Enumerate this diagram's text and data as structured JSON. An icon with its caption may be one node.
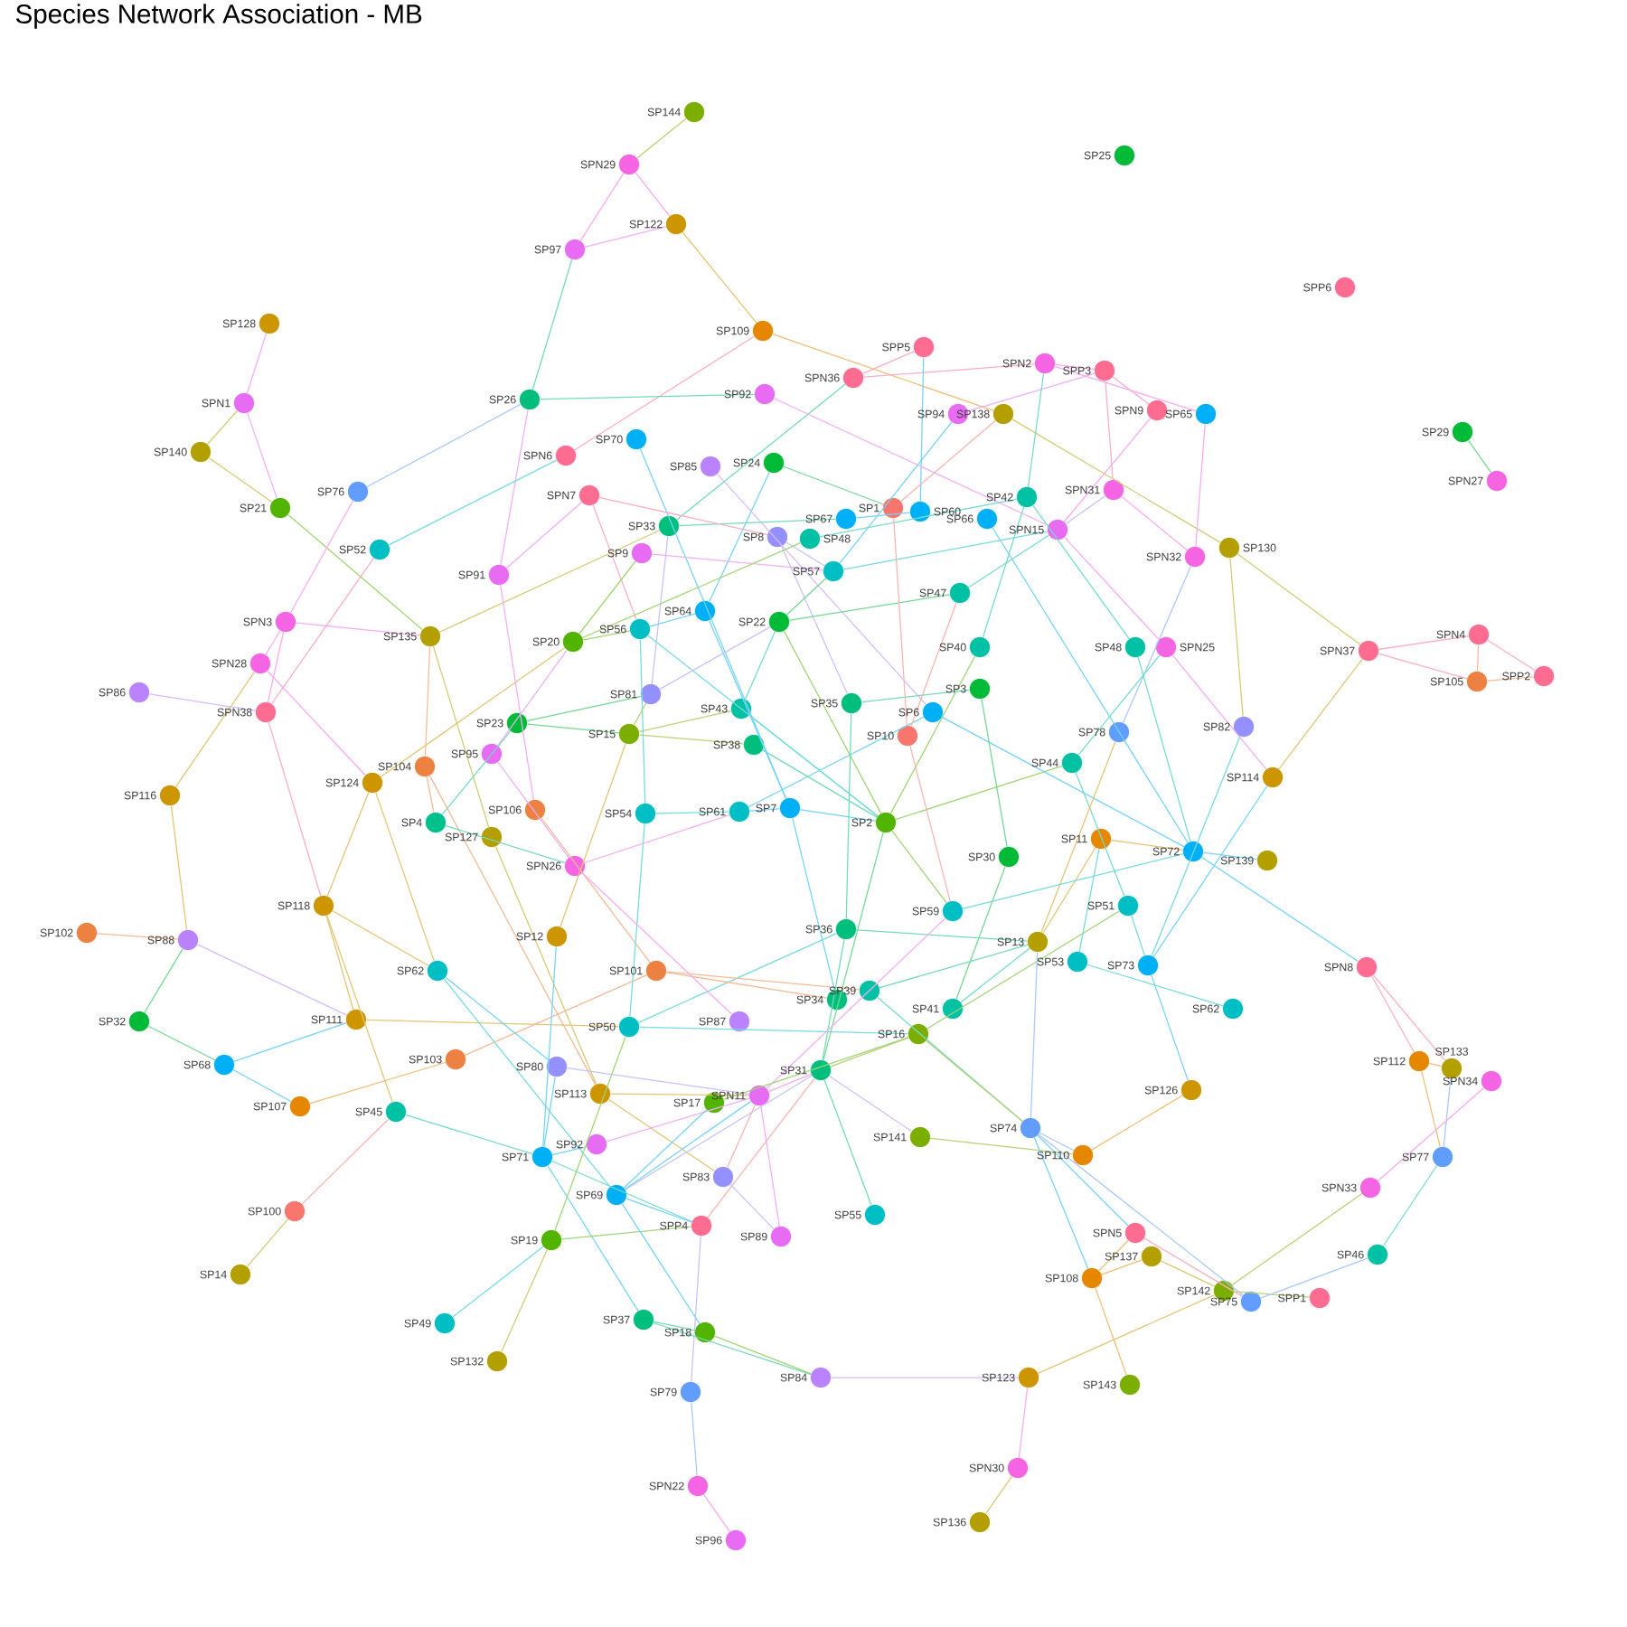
{
  "diagram": {
    "title": "Species Network Association - MB",
    "nodes": [
      {
        "text": [
          "SP144"
        ]
      },
      {
        "text": [
          "SPN29"
        ]
      },
      {
        "text": [
          "SP122"
        ]
      },
      {
        "text": [
          "SP97"
        ]
      },
      {
        "text": [
          "SP25"
        ]
      },
      {
        "text": [
          "SP128"
        ]
      },
      {
        "text": [
          "SP109"
        ]
      },
      {
        "text": [
          "SPP6"
        ]
      },
      {
        "text": [
          "SPN1"
        ]
      },
      {
        "text": [
          "SP26"
        ]
      },
      {
        "text": [
          "SP92"
        ]
      },
      {
        "text": [
          "SPN36"
        ]
      },
      {
        "text": [
          "SPP5"
        ]
      },
      {
        "text": [
          "SPN2"
        ]
      },
      {
        "text": [
          "SPP3"
        ]
      },
      {
        "text": [
          "SP94"
        ]
      },
      {
        "text": [
          "SP138"
        ]
      },
      {
        "text": [
          "SPN9"
        ]
      },
      {
        "text": [
          "SP65"
        ]
      },
      {
        "text": [
          "SP29"
        ]
      },
      {
        "text": [
          "SPN27"
        ]
      },
      {
        "text": [
          "SP140"
        ]
      },
      {
        "text": [
          "SPN6"
        ]
      },
      {
        "text": [
          "SP70"
        ]
      },
      {
        "text": [
          "SP85"
        ]
      },
      {
        "text": [
          "SP24"
        ]
      },
      {
        "text": [
          "SP76"
        ]
      },
      {
        "text": [
          "SPN7"
        ]
      },
      {
        "text": [
          "SP21"
        ]
      },
      {
        "text": [
          "SP1"
        ]
      },
      {
        "text": [
          "SP60"
        ]
      },
      {
        "text": [
          "SP67"
        ]
      },
      {
        "text": [
          "SP66"
        ]
      },
      {
        "text": [
          "SP42"
        ]
      },
      {
        "text": [
          "SPN31"
        ]
      },
      {
        "text": [
          "SP33"
        ]
      },
      {
        "text": [
          "SP8"
        ]
      },
      {
        "text": [
          "SP48"
        ]
      },
      {
        "text": [
          "SPN15"
        ]
      },
      {
        "text": [
          "SP52"
        ]
      },
      {
        "text": [
          "SP130"
        ]
      },
      {
        "text": [
          "SPN32"
        ]
      },
      {
        "text": [
          "SP91"
        ]
      },
      {
        "text": [
          "SP9"
        ]
      },
      {
        "text": [
          "SP57"
        ]
      },
      {
        "text": [
          "SP47"
        ]
      },
      {
        "text": [
          "SPN3"
        ]
      },
      {
        "text": [
          "SP135"
        ]
      },
      {
        "text": [
          "SP56"
        ]
      },
      {
        "text": [
          "SP64"
        ]
      },
      {
        "text": [
          "SP22"
        ]
      },
      {
        "text": [
          "SP20"
        ]
      },
      {
        "text": [
          "SP40"
        ]
      },
      {
        "text": [
          "SP48"
        ]
      },
      {
        "text": [
          "SPN25"
        ]
      },
      {
        "text": [
          "SPN37"
        ]
      },
      {
        "text": [
          "SPN4"
        ]
      },
      {
        "text": [
          "SP105"
        ]
      },
      {
        "text": [
          "SPP2"
        ]
      },
      {
        "text": [
          "SP3"
        ]
      },
      {
        "text": [
          "SP86"
        ]
      },
      {
        "text": [
          "SPN28"
        ]
      },
      {
        "text": [
          "SPN38"
        ]
      },
      {
        "text": [
          "SP81"
        ]
      },
      {
        "text": [
          "SP43"
        ]
      },
      {
        "text": [
          "SP35"
        ]
      },
      {
        "text": [
          "SP6"
        ]
      },
      {
        "text": [
          "SP23"
        ]
      },
      {
        "text": [
          "SP15"
        ]
      },
      {
        "text": [
          "SP38"
        ]
      },
      {
        "text": [
          "SP10"
        ]
      },
      {
        "text": [
          "SP78"
        ]
      },
      {
        "text": [
          "SP82"
        ]
      },
      {
        "text": [
          "SP95"
        ]
      },
      {
        "text": [
          "SP104"
        ]
      },
      {
        "text": [
          "SP44"
        ]
      },
      {
        "text": [
          "SP114"
        ]
      },
      {
        "text": [
          "SP124"
        ]
      },
      {
        "text": [
          "SP116"
        ]
      },
      {
        "text": [
          "SP106"
        ]
      },
      {
        "text": [
          "SP54"
        ]
      },
      {
        "text": [
          "SP61"
        ]
      },
      {
        "text": [
          "SP7"
        ]
      },
      {
        "text": [
          "SP2"
        ]
      },
      {
        "text": [
          "SP4"
        ]
      },
      {
        "text": [
          "SP127"
        ]
      },
      {
        "text": [
          "SP11"
        ]
      },
      {
        "text": [
          "SP72"
        ]
      },
      {
        "text": [
          "SP139"
        ]
      },
      {
        "text": [
          "SP30"
        ]
      },
      {
        "text": [
          "SPN26"
        ]
      },
      {
        "text": [
          "SP118"
        ]
      },
      {
        "text": [
          "SP51"
        ]
      },
      {
        "text": [
          "SP59"
        ]
      },
      {
        "text": [
          "SP102"
        ]
      },
      {
        "text": [
          "SP88"
        ]
      },
      {
        "text": [
          "SP12"
        ]
      },
      {
        "text": [
          "SP36"
        ]
      },
      {
        "text": [
          "SP13"
        ]
      },
      {
        "text": [
          "SP53"
        ]
      },
      {
        "text": [
          "SP73"
        ]
      },
      {
        "text": [
          "SPN8"
        ]
      },
      {
        "text": [
          "SP62"
        ]
      },
      {
        "text": [
          "SP101"
        ]
      },
      {
        "text": [
          "SP39"
        ]
      },
      {
        "text": [
          "SP34"
        ]
      },
      {
        "text": [
          "SP41"
        ]
      },
      {
        "text": [
          "SP62"
        ]
      },
      {
        "text": [
          "SP111"
        ]
      },
      {
        "text": [
          "SP50"
        ]
      },
      {
        "text": [
          "SP87"
        ]
      },
      {
        "text": [
          "SP16"
        ]
      },
      {
        "text": [
          "SP32"
        ]
      },
      {
        "text": [
          "SP103"
        ]
      },
      {
        "text": [
          "SP68"
        ]
      },
      {
        "text": [
          "SP112"
        ]
      },
      {
        "text": [
          "SP133"
        ]
      },
      {
        "text": [
          "SPN34"
        ]
      },
      {
        "text": [
          "SP80"
        ]
      },
      {
        "text": [
          "SP31"
        ]
      },
      {
        "text": [
          "SP113"
        ]
      },
      {
        "text": [
          "SP17"
        ]
      },
      {
        "text": [
          "SPN11"
        ]
      },
      {
        "text": [
          "SP107"
        ]
      },
      {
        "text": [
          "SP45"
        ]
      },
      {
        "text": [
          "SP126"
        ]
      },
      {
        "text": [
          "SP74"
        ]
      },
      {
        "text": [
          "SP141"
        ]
      },
      {
        "text": [
          "SP110"
        ]
      },
      {
        "text": [
          "SP92"
        ]
      },
      {
        "text": [
          "SP71"
        ]
      },
      {
        "text": [
          "SP77"
        ]
      },
      {
        "text": [
          "SP83"
        ]
      },
      {
        "text": [
          "SP69"
        ]
      },
      {
        "text": [
          "SPN33"
        ]
      },
      {
        "text": [
          "SP55"
        ]
      },
      {
        "text": [
          "SP100"
        ]
      },
      {
        "text": [
          "SPP4"
        ]
      },
      {
        "text": [
          "SP89"
        ]
      },
      {
        "text": [
          "SP19"
        ]
      },
      {
        "text": [
          "SPN5"
        ]
      },
      {
        "text": [
          "SP137"
        ]
      },
      {
        "text": [
          "SP46"
        ]
      },
      {
        "text": [
          "SP14"
        ]
      },
      {
        "text": [
          "SP108"
        ]
      },
      {
        "text": [
          "SP142"
        ]
      },
      {
        "text": [
          "SP75"
        ]
      },
      {
        "text": [
          "SPP1"
        ]
      },
      {
        "text": [
          "SP49"
        ]
      },
      {
        "text": [
          "SP37"
        ]
      },
      {
        "text": [
          "SP18"
        ]
      },
      {
        "text": [
          "SP132"
        ]
      },
      {
        "text": [
          "SP84"
        ]
      },
      {
        "text": [
          "SP123"
        ]
      },
      {
        "text": [
          "SP143"
        ]
      },
      {
        "text": [
          "SP79"
        ]
      },
      {
        "text": [
          "SPN30"
        ]
      },
      {
        "text": [
          "SPN22"
        ]
      },
      {
        "text": [
          "SP136"
        ]
      },
      {
        "text": [
          "SP96"
        ]
      }
    ],
    "edges": [
      {
        "from": 0,
        "to": 1,
        "arrow": "none",
        "color": "#b7d273"
      },
      {
        "from": 1,
        "to": 3,
        "arrow": "none",
        "color": "#f9aaf0"
      },
      {
        "from": 1,
        "to": 2,
        "arrow": "none",
        "color": "#f9aaf0"
      },
      {
        "from": 3,
        "to": 2,
        "arrow": "none",
        "color": "#f2aef8"
      },
      {
        "from": 2,
        "to": 6,
        "arrow": "none",
        "color": "#e3c573"
      },
      {
        "from": 3,
        "to": 9,
        "arrow": "none",
        "color": "#73dcb7"
      },
      {
        "from": 6,
        "to": 16,
        "arrow": "none",
        "color": "#f1bd73"
      },
      {
        "from": 6,
        "to": 22,
        "arrow": "none",
        "color": "#ffaec2"
      },
      {
        "from": 5,
        "to": 8,
        "arrow": "none",
        "color": "#f2aef8"
      },
      {
        "from": 8,
        "to": 21,
        "arrow": "none",
        "color": "#d5cb73"
      },
      {
        "from": 8,
        "to": 28,
        "arrow": "none",
        "color": "#f2aef8"
      },
      {
        "from": 21,
        "to": 28,
        "arrow": "none",
        "color": "#d5cb73"
      },
      {
        "from": 28,
        "to": 47,
        "arrow": "none",
        "color": "#a0d673"
      },
      {
        "from": 9,
        "to": 26,
        "arrow": "none",
        "color": "#a8c8ff"
      },
      {
        "from": 9,
        "to": 10,
        "arrow": "none",
        "color": "#73dcb7"
      },
      {
        "from": 9,
        "to": 42,
        "arrow": "none",
        "color": "#f2aef8"
      },
      {
        "from": 26,
        "to": 46,
        "arrow": "none",
        "color": "#f9aaf0"
      },
      {
        "from": 39,
        "to": 22,
        "arrow": "none",
        "color": "#73dcdf"
      },
      {
        "from": 39,
        "to": 62,
        "arrow": "none",
        "color": "#ffaec2"
      },
      {
        "from": 27,
        "to": 42,
        "arrow": "none",
        "color": "#f2aef8"
      },
      {
        "from": 47,
        "to": 46,
        "arrow": "none",
        "color": "#f9aaf0"
      },
      {
        "from": 47,
        "to": 35,
        "arrow": "none",
        "color": "#d5cb73"
      },
      {
        "from": 47,
        "to": 74,
        "arrow": "none",
        "color": "#f5ba96"
      },
      {
        "from": 47,
        "to": 85,
        "arrow": "none",
        "color": "#d5cb73"
      },
      {
        "from": 46,
        "to": 61,
        "arrow": "none",
        "color": "#f9aaf0"
      },
      {
        "from": 46,
        "to": 62,
        "arrow": "none",
        "color": "#f9aaf0"
      },
      {
        "from": 61,
        "to": 78,
        "arrow": "none",
        "color": "#e3c573"
      },
      {
        "from": 61,
        "to": 77,
        "arrow": "none",
        "color": "#f9aaf0"
      },
      {
        "from": 60,
        "to": 62,
        "arrow": "none",
        "color": "#d8bbff"
      },
      {
        "from": 62,
        "to": 91,
        "arrow": "none",
        "color": "#ffaec2"
      },
      {
        "from": 51,
        "to": 77,
        "arrow": "none",
        "color": "#e3c573"
      },
      {
        "from": 51,
        "to": 73,
        "arrow": "none",
        "color": "#f2aef8"
      },
      {
        "from": 67,
        "to": 84,
        "arrow": "none",
        "color": "#73dcbf"
      },
      {
        "from": 42,
        "to": 79,
        "arrow": "none",
        "color": "#f2aef8"
      },
      {
        "from": 73,
        "to": 90,
        "arrow": "none",
        "color": "#f2aef8"
      },
      {
        "from": 74,
        "to": 84,
        "arrow": "none",
        "color": "#f5ba96"
      },
      {
        "from": 74,
        "to": 120,
        "arrow": "none",
        "color": "#f5ba96"
      },
      {
        "from": 79,
        "to": 103,
        "arrow": "none",
        "color": "#f5ba96"
      },
      {
        "from": 77,
        "to": 91,
        "arrow": "none",
        "color": "#e3c573"
      },
      {
        "from": 77,
        "to": 102,
        "arrow": "none",
        "color": "#e3c573"
      },
      {
        "from": 67,
        "to": 68,
        "arrow": "none",
        "color": "#73d992"
      },
      {
        "from": 67,
        "to": 63,
        "arrow": "none",
        "color": "#73d992"
      },
      {
        "from": 68,
        "to": 69,
        "arrow": "none",
        "color": "#b7d273"
      },
      {
        "from": 68,
        "to": 64,
        "arrow": "none",
        "color": "#b7d273"
      },
      {
        "from": 84,
        "to": 90,
        "arrow": "none",
        "color": "#73dcbf"
      },
      {
        "from": 85,
        "to": 120,
        "arrow": "none",
        "color": "#d5cb73"
      },
      {
        "from": 91,
        "to": 108,
        "arrow": "none",
        "color": "#e3c573"
      },
      {
        "from": 91,
        "to": 102,
        "arrow": "none",
        "color": "#e3c573"
      },
      {
        "from": 94,
        "to": 95,
        "arrow": "none",
        "color": "#f5ba96"
      },
      {
        "from": 95,
        "to": 78,
        "arrow": "none",
        "color": "#e3c573"
      },
      {
        "from": 95,
        "to": 108,
        "arrow": "none",
        "color": "#d8bbff"
      },
      {
        "from": 95,
        "to": 112,
        "arrow": "none",
        "color": "#73d992"
      },
      {
        "from": 112,
        "to": 114,
        "arrow": "none",
        "color": "#73d992"
      },
      {
        "from": 114,
        "to": 108,
        "arrow": "none",
        "color": "#73d3fa"
      },
      {
        "from": 114,
        "to": 123,
        "arrow": "none",
        "color": "#73d3fa"
      },
      {
        "from": 123,
        "to": 113,
        "arrow": "none",
        "color": "#f1bd73"
      },
      {
        "from": 91,
        "to": 124,
        "arrow": "none",
        "color": "#e3c573"
      },
      {
        "from": 108,
        "to": 109,
        "arrow": "none",
        "color": "#e3c573"
      },
      {
        "from": 113,
        "to": 103,
        "arrow": "none",
        "color": "#f5ba96"
      },
      {
        "from": 102,
        "to": 118,
        "arrow": "none",
        "color": "#73d3fa"
      },
      {
        "from": 102,
        "to": 133,
        "arrow": "none",
        "color": "#73dcdf"
      },
      {
        "from": 96,
        "to": 130,
        "arrow": "none",
        "color": "#73d3fa"
      },
      {
        "from": 96,
        "to": 68,
        "arrow": "none",
        "color": "#e3c573"
      },
      {
        "from": 124,
        "to": 136,
        "arrow": "none",
        "color": "#fbb4af"
      },
      {
        "from": 136,
        "to": 143,
        "arrow": "none",
        "color": "#d5cb73"
      },
      {
        "from": 124,
        "to": 130,
        "arrow": "none",
        "color": "#73ddcc"
      },
      {
        "from": 118,
        "to": 130,
        "arrow": "none",
        "color": "#73d3fa"
      },
      {
        "from": 130,
        "to": 129,
        "arrow": "none",
        "color": "#73d3fa"
      },
      {
        "from": 130,
        "to": 149,
        "arrow": "none",
        "color": "#73d3fa"
      },
      {
        "from": 130,
        "to": 137,
        "arrow": "none",
        "color": "#73ddcc"
      },
      {
        "from": 139,
        "to": 148,
        "arrow": "none",
        "color": "#73dcdf"
      },
      {
        "from": 139,
        "to": 151,
        "arrow": "none",
        "color": "#d5cb73"
      },
      {
        "from": 139,
        "to": 137,
        "arrow": "none",
        "color": "#a0d673"
      },
      {
        "from": 139,
        "to": 109,
        "arrow": "none",
        "color": "#a0d673"
      },
      {
        "from": 118,
        "to": 122,
        "arrow": "none",
        "color": "#c5c2ff"
      },
      {
        "from": 120,
        "to": 122,
        "arrow": "none",
        "color": "#e3c573"
      },
      {
        "from": 120,
        "to": 132,
        "arrow": "none",
        "color": "#e3c573"
      },
      {
        "from": 109,
        "to": 111,
        "arrow": "none",
        "color": "#73dcdf"
      },
      {
        "from": 109,
        "to": 97,
        "arrow": "none",
        "color": "#73dcdf"
      },
      {
        "from": 109,
        "to": 80,
        "arrow": "none",
        "color": "#73dcdf"
      },
      {
        "from": 80,
        "to": 81,
        "arrow": "none",
        "color": "#73dcdf"
      },
      {
        "from": 81,
        "to": 82,
        "arrow": "none",
        "color": "#73d3fa"
      },
      {
        "from": 82,
        "to": 83,
        "arrow": "none",
        "color": "#73d3fa"
      },
      {
        "from": 81,
        "to": 66,
        "arrow": "none",
        "color": "#73d3fa"
      },
      {
        "from": 82,
        "to": 105,
        "arrow": "none",
        "color": "#73d3fa"
      },
      {
        "from": 83,
        "to": 119,
        "arrow": "none",
        "color": "#73d992"
      },
      {
        "from": 83,
        "to": 93,
        "arrow": "none",
        "color": "#a0d673"
      },
      {
        "from": 83,
        "to": 75,
        "arrow": "none",
        "color": "#a0d673"
      },
      {
        "from": 83,
        "to": 52,
        "arrow": "none",
        "color": "#a0d673"
      },
      {
        "from": 50,
        "to": 83,
        "arrow": "none",
        "color": "#a0d673"
      },
      {
        "from": 64,
        "to": 83,
        "arrow": "none",
        "color": "#73ddcc"
      },
      {
        "from": 69,
        "to": 83,
        "arrow": "none",
        "color": "#73dcb7"
      },
      {
        "from": 64,
        "to": 50,
        "arrow": "none",
        "color": "#73ddcc"
      },
      {
        "from": 49,
        "to": 82,
        "arrow": "none",
        "color": "#73d3fa"
      },
      {
        "from": 23,
        "to": 82,
        "arrow": "none",
        "color": "#73d3fa"
      },
      {
        "from": 25,
        "to": 49,
        "arrow": "none",
        "color": "#73d3fa"
      },
      {
        "from": 24,
        "to": 66,
        "arrow": "none",
        "color": "#d8bbff"
      },
      {
        "from": 25,
        "to": 29,
        "arrow": "none",
        "color": "#73d992"
      },
      {
        "from": 11,
        "to": 35,
        "arrow": "none",
        "color": "#73dcb7"
      },
      {
        "from": 11,
        "to": 12,
        "arrow": "none",
        "color": "#ffaec2"
      },
      {
        "from": 11,
        "to": 13,
        "arrow": "none",
        "color": "#ffaec2"
      },
      {
        "from": 12,
        "to": 30,
        "arrow": "none",
        "color": "#73d3fa"
      },
      {
        "from": 10,
        "to": 38,
        "arrow": "none",
        "color": "#f2aef8"
      },
      {
        "from": 15,
        "to": 44,
        "arrow": "none",
        "color": "#73d3fa"
      },
      {
        "from": 15,
        "to": 14,
        "arrow": "none",
        "color": "#f2aef8"
      },
      {
        "from": 16,
        "to": 29,
        "arrow": "none",
        "color": "#fbb4af"
      },
      {
        "from": 16,
        "to": 40,
        "arrow": "none",
        "color": "#d5cb73"
      },
      {
        "from": 13,
        "to": 33,
        "arrow": "none",
        "color": "#73ddcc"
      },
      {
        "from": 13,
        "to": 14,
        "arrow": "none",
        "color": "#f9aaf0"
      },
      {
        "from": 14,
        "to": 17,
        "arrow": "none",
        "color": "#ffaec2"
      },
      {
        "from": 14,
        "to": 34,
        "arrow": "none",
        "color": "#ffaec2"
      },
      {
        "from": 17,
        "to": 38,
        "arrow": "none",
        "color": "#f9aaf0"
      },
      {
        "from": 18,
        "to": 41,
        "arrow": "none",
        "color": "#f9aaf0"
      },
      {
        "from": 13,
        "to": 18,
        "arrow": "none",
        "color": "#f9aaf0"
      },
      {
        "from": 34,
        "to": 41,
        "arrow": "none",
        "color": "#f9aaf0"
      },
      {
        "from": 34,
        "to": 38,
        "arrow": "none",
        "color": "#c5c2ff"
      },
      {
        "from": 40,
        "to": 55,
        "arrow": "none",
        "color": "#d5cb73"
      },
      {
        "from": 40,
        "to": 72,
        "arrow": "none",
        "color": "#d5cb73"
      },
      {
        "from": 41,
        "to": 71,
        "arrow": "none",
        "color": "#a8c8ff"
      },
      {
        "from": 55,
        "to": 56,
        "arrow": "none",
        "color": "#ffaec2"
      },
      {
        "from": 55,
        "to": 57,
        "arrow": "none",
        "color": "#ffaec2"
      },
      {
        "from": 56,
        "to": 57,
        "arrow": "none",
        "color": "#f5ba96"
      },
      {
        "from": 56,
        "to": 58,
        "arrow": "none",
        "color": "#ffaec2"
      },
      {
        "from": 57,
        "to": 58,
        "arrow": "none",
        "color": "#f5ba96"
      },
      {
        "from": 55,
        "to": 76,
        "arrow": "none",
        "color": "#e3c573"
      },
      {
        "from": 19,
        "to": 20,
        "arrow": "none",
        "color": "#73d992"
      },
      {
        "from": 54,
        "to": 76,
        "arrow": "none",
        "color": "#f9aaf0"
      },
      {
        "from": 72,
        "to": 100,
        "arrow": "none",
        "color": "#73dcdf"
      },
      {
        "from": 54,
        "to": 75,
        "arrow": "none",
        "color": "#73ddcc"
      },
      {
        "from": 53,
        "to": 87,
        "arrow": "none",
        "color": "#73ddcc"
      },
      {
        "from": 38,
        "to": 54,
        "arrow": "none",
        "color": "#f9aaf0"
      },
      {
        "from": 38,
        "to": 45,
        "arrow": "none",
        "color": "#73ddcc"
      },
      {
        "from": 44,
        "to": 38,
        "arrow": "none",
        "color": "#73dcdf"
      },
      {
        "from": 33,
        "to": 53,
        "arrow": "none",
        "color": "#73ddcc"
      },
      {
        "from": 33,
        "to": 52,
        "arrow": "none",
        "color": "#73ddcc"
      },
      {
        "from": 33,
        "to": 37,
        "arrow": "none",
        "color": "#73ddcc"
      },
      {
        "from": 31,
        "to": 30,
        "arrow": "none",
        "color": "#73d3fa"
      },
      {
        "from": 32,
        "to": 87,
        "arrow": "none",
        "color": "#73d3fa"
      },
      {
        "from": 35,
        "to": 31,
        "arrow": "none",
        "color": "#73dcb7"
      },
      {
        "from": 35,
        "to": 63,
        "arrow": "none",
        "color": "#c5c2ff"
      },
      {
        "from": 27,
        "to": 36,
        "arrow": "none",
        "color": "#ffaec2"
      },
      {
        "from": 27,
        "to": 48,
        "arrow": "none",
        "color": "#ffaec2"
      },
      {
        "from": 36,
        "to": 65,
        "arrow": "none",
        "color": "#c5c2ff"
      },
      {
        "from": 36,
        "to": 44,
        "arrow": "none",
        "color": "#c5c2ff"
      },
      {
        "from": 43,
        "to": 44,
        "arrow": "none",
        "color": "#f2aef8"
      },
      {
        "from": 43,
        "to": 51,
        "arrow": "none",
        "color": "#a0d673"
      },
      {
        "from": 51,
        "to": 48,
        "arrow": "none",
        "color": "#a0d673"
      },
      {
        "from": 51,
        "to": 37,
        "arrow": "none",
        "color": "#a0d673"
      },
      {
        "from": 48,
        "to": 49,
        "arrow": "none",
        "color": "#73d3fa"
      },
      {
        "from": 48,
        "to": 80,
        "arrow": "none",
        "color": "#73dcdf"
      },
      {
        "from": 48,
        "to": 83,
        "arrow": "none",
        "color": "#73dcdf"
      },
      {
        "from": 50,
        "to": 45,
        "arrow": "none",
        "color": "#73d992"
      },
      {
        "from": 50,
        "to": 44,
        "arrow": "none",
        "color": "#73d992"
      },
      {
        "from": 63,
        "to": 50,
        "arrow": "none",
        "color": "#c5c2ff"
      },
      {
        "from": 63,
        "to": 68,
        "arrow": "none",
        "color": "#b7d273"
      },
      {
        "from": 65,
        "to": 59,
        "arrow": "none",
        "color": "#73dcb7"
      },
      {
        "from": 65,
        "to": 97,
        "arrow": "none",
        "color": "#73dcb7"
      },
      {
        "from": 66,
        "to": 87,
        "arrow": "none",
        "color": "#73d3fa"
      },
      {
        "from": 70,
        "to": 29,
        "arrow": "none",
        "color": "#fbb4af"
      },
      {
        "from": 70,
        "to": 45,
        "arrow": "none",
        "color": "#fbb4af"
      },
      {
        "from": 70,
        "to": 93,
        "arrow": "none",
        "color": "#fbb4af"
      },
      {
        "from": 59,
        "to": 89,
        "arrow": "none",
        "color": "#73d992"
      },
      {
        "from": 75,
        "to": 92,
        "arrow": "none",
        "color": "#73ddcc"
      },
      {
        "from": 71,
        "to": 98,
        "arrow": "none",
        "color": "#e3c573"
      },
      {
        "from": 76,
        "to": 100,
        "arrow": "none",
        "color": "#73d3fa"
      },
      {
        "from": 86,
        "to": 87,
        "arrow": "none",
        "color": "#f1bd73"
      },
      {
        "from": 86,
        "to": 98,
        "arrow": "none",
        "color": "#e3c573"
      },
      {
        "from": 86,
        "to": 99,
        "arrow": "none",
        "color": "#73dcdf"
      },
      {
        "from": 87,
        "to": 88,
        "arrow": "none",
        "color": "#73d3fa"
      },
      {
        "from": 87,
        "to": 93,
        "arrow": "none",
        "color": "#73dcdf"
      },
      {
        "from": 87,
        "to": 101,
        "arrow": "none",
        "color": "#73d3fa"
      },
      {
        "from": 92,
        "to": 100,
        "arrow": "none",
        "color": "#73dcdf"
      },
      {
        "from": 92,
        "to": 111,
        "arrow": "none",
        "color": "#a0d673"
      },
      {
        "from": 100,
        "to": 125,
        "arrow": "none",
        "color": "#73d3fa"
      },
      {
        "from": 99,
        "to": 107,
        "arrow": "none",
        "color": "#73dcdf"
      },
      {
        "from": 97,
        "to": 98,
        "arrow": "none",
        "color": "#73dcb7"
      },
      {
        "from": 98,
        "to": 104,
        "arrow": "none",
        "color": "#73dcb7"
      },
      {
        "from": 98,
        "to": 106,
        "arrow": "none",
        "color": "#73ddcc"
      },
      {
        "from": 98,
        "to": 126,
        "arrow": "none",
        "color": "#a8c8ff"
      },
      {
        "from": 89,
        "to": 106,
        "arrow": "none",
        "color": "#73d992"
      },
      {
        "from": 111,
        "to": 119,
        "arrow": "none",
        "color": "#b7d273"
      },
      {
        "from": 104,
        "to": 126,
        "arrow": "none",
        "color": "#73ddcc"
      },
      {
        "from": 111,
        "to": 126,
        "arrow": "none",
        "color": "#b7d273"
      },
      {
        "from": 103,
        "to": 104,
        "arrow": "none",
        "color": "#f5ba96"
      },
      {
        "from": 103,
        "to": 105,
        "arrow": "none",
        "color": "#f5ba96"
      },
      {
        "from": 119,
        "to": 127,
        "arrow": "none",
        "color": "#d8bbff"
      },
      {
        "from": 90,
        "to": 110,
        "arrow": "none",
        "color": "#f9aaf0"
      },
      {
        "from": 90,
        "to": 81,
        "arrow": "none",
        "color": "#f9aaf0"
      },
      {
        "from": 119,
        "to": 97,
        "arrow": "none",
        "color": "#73dcb7"
      },
      {
        "from": 119,
        "to": 135,
        "arrow": "none",
        "color": "#73dcb7"
      },
      {
        "from": 119,
        "to": 122,
        "arrow": "none",
        "color": "#f9aaf0"
      },
      {
        "from": 119,
        "to": 133,
        "arrow": "none",
        "color": "#c5c2ff"
      },
      {
        "from": 119,
        "to": 137,
        "arrow": "none",
        "color": "#fbb4af"
      },
      {
        "from": 122,
        "to": 138,
        "arrow": "none",
        "color": "#f2aef8"
      },
      {
        "from": 122,
        "to": 129,
        "arrow": "none",
        "color": "#f2aef8"
      },
      {
        "from": 122,
        "to": 133,
        "arrow": "none",
        "color": "#73d3fa"
      },
      {
        "from": 93,
        "to": 122,
        "arrow": "none",
        "color": "#f2aef8"
      },
      {
        "from": 121,
        "to": 133,
        "arrow": "none",
        "color": "#73d3fa"
      },
      {
        "from": 121,
        "to": 111,
        "arrow": "none",
        "color": "#a0d673"
      },
      {
        "from": 132,
        "to": 138,
        "arrow": "none",
        "color": "#c5c2ff"
      },
      {
        "from": 122,
        "to": 132,
        "arrow": "none",
        "color": "#fbb4af"
      },
      {
        "from": 133,
        "to": 137,
        "arrow": "none",
        "color": "#73d3fa"
      },
      {
        "from": 133,
        "to": 150,
        "arrow": "none",
        "color": "#73d3fa"
      },
      {
        "from": 137,
        "to": 155,
        "arrow": "none",
        "color": "#c5c2ff"
      },
      {
        "from": 155,
        "to": 157,
        "arrow": "none",
        "color": "#a8c8ff"
      },
      {
        "from": 157,
        "to": 159,
        "arrow": "none",
        "color": "#f9aaf0"
      },
      {
        "from": 149,
        "to": 150,
        "arrow": "none",
        "color": "#73dcb7"
      },
      {
        "from": 149,
        "to": 152,
        "arrow": "none",
        "color": "#73dcb7"
      },
      {
        "from": 150,
        "to": 152,
        "arrow": "none",
        "color": "#a0d673"
      },
      {
        "from": 152,
        "to": 153,
        "arrow": "none",
        "color": "#d8bbff"
      },
      {
        "from": 153,
        "to": 156,
        "arrow": "none",
        "color": "#f9aaf0"
      },
      {
        "from": 156,
        "to": 158,
        "arrow": "none",
        "color": "#d5cb73"
      },
      {
        "from": 153,
        "to": 145,
        "arrow": "none",
        "color": "#e3c573"
      },
      {
        "from": 127,
        "to": 128,
        "arrow": "none",
        "color": "#b7d273"
      },
      {
        "from": 126,
        "to": 128,
        "arrow": "none",
        "color": "#a8c8ff"
      },
      {
        "from": 126,
        "to": 140,
        "arrow": "none",
        "color": "#73d3fa"
      },
      {
        "from": 126,
        "to": 146,
        "arrow": "none",
        "color": "#a8c8ff"
      },
      {
        "from": 126,
        "to": 144,
        "arrow": "none",
        "color": "#73d3fa"
      },
      {
        "from": 128,
        "to": 125,
        "arrow": "none",
        "color": "#f1bd73"
      },
      {
        "from": 144,
        "to": 141,
        "arrow": "none",
        "color": "#f1bd73"
      },
      {
        "from": 144,
        "to": 140,
        "arrow": "none",
        "color": "#f1bd73"
      },
      {
        "from": 144,
        "to": 154,
        "arrow": "none",
        "color": "#f1bd73"
      },
      {
        "from": 140,
        "to": 146,
        "arrow": "none",
        "color": "#ffaec2"
      },
      {
        "from": 141,
        "to": 145,
        "arrow": "none",
        "color": "#d5cb73"
      },
      {
        "from": 145,
        "to": 147,
        "arrow": "none",
        "color": "#b7d273"
      },
      {
        "from": 145,
        "to": 134,
        "arrow": "none",
        "color": "#b7d273"
      },
      {
        "from": 146,
        "to": 142,
        "arrow": "none",
        "color": "#a8c8ff"
      },
      {
        "from": 142,
        "to": 131,
        "arrow": "none",
        "color": "#73ddcc"
      },
      {
        "from": 131,
        "to": 116,
        "arrow": "none",
        "color": "#a8c8ff"
      },
      {
        "from": 131,
        "to": 115,
        "arrow": "none",
        "color": "#f1bd73"
      },
      {
        "from": 134,
        "to": 117,
        "arrow": "none",
        "color": "#f9aaf0"
      },
      {
        "from": 101,
        "to": 115,
        "arrow": "none",
        "color": "#ffaec2"
      },
      {
        "from": 101,
        "to": 116,
        "arrow": "none",
        "color": "#ffaec2"
      },
      {
        "from": 115,
        "to": 116,
        "arrow": "none",
        "color": "#f1bd73"
      }
    ]
  }
}
